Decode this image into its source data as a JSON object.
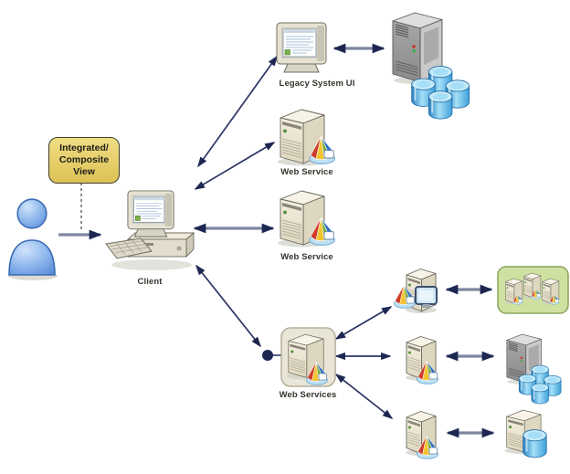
{
  "callout": {
    "lines": [
      "Integrated/",
      "Composite",
      "View"
    ]
  },
  "labels": {
    "client": "Client",
    "legacy_system": "Legacy System UI",
    "web_service_1": "Web Service",
    "web_service_2": "Web Service",
    "web_services_3": "Web Services"
  },
  "icons": {
    "user": "user-icon",
    "client_computer": "desktop-computer-icon",
    "legacy_monitor": "crt-monitor-icon",
    "mainframe": "mainframe-server-icon",
    "database": "database-cylinder-icon",
    "tower_server": "tower-server-icon",
    "web_service_cone": "web-service-icon",
    "server_farm": "server-farm-icon"
  },
  "colors": {
    "arrow_head": "#1d2752",
    "arrow_thin": "#2b3464",
    "arrow_thick_shaft": "#7e87a0",
    "callout_fill": "#e8d46e",
    "callout_border": "#3f3d31",
    "green_box_fill": "#cfe1a0",
    "green_box_border": "#8ba45c",
    "service_box_fill": "#eae6d7",
    "service_box_border": "#b5ad9b",
    "database_blue": "#4fb0e4",
    "person_blue": "#7ca9e4",
    "server_cream": "#efe9d6",
    "mainframe_gray": "#9c9c9c"
  }
}
